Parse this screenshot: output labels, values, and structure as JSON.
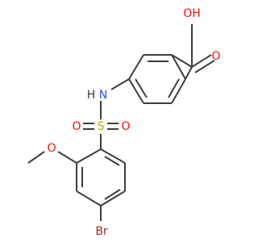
{
  "molecule": {
    "atoms": {
      "O_hydroxyl": "OH",
      "O_carbonyl": "O",
      "N_amine": "N",
      "H_amine": "H",
      "S_sulfonyl": "S",
      "O_sulfonyl_left": "O",
      "O_sulfonyl_right": "O",
      "O_methoxy": "O",
      "Br": "Br"
    },
    "colors": {
      "bond": "#3d3d3d",
      "oxygen": "#ff0d0d",
      "nitrogen": "#3050f8",
      "sulfur": "#b2b200",
      "bromine": "#a62929",
      "hydrogen": "#3d3d3d"
    }
  }
}
